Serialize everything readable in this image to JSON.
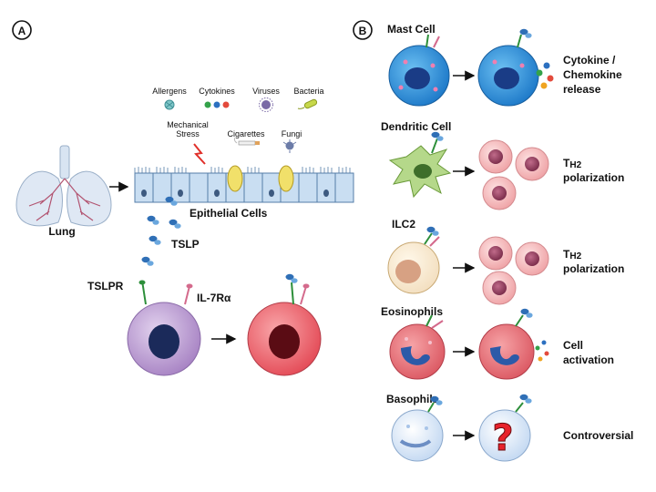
{
  "panel_a": {
    "badge": "A",
    "lung_label": "Lung",
    "triggers": {
      "allergens": "Allergens",
      "cytokines": "Cytokines",
      "viruses": "Viruses",
      "bacteria": "Bacteria",
      "mechanical_1": "Mechanical",
      "mechanical_2": "Stress",
      "cigarettes": "Cigarettes",
      "fungi": "Fungi"
    },
    "epithelial_label": "Epithelial Cells",
    "tslp_label": "TSLP",
    "tslpr_label": "TSLPR",
    "il7r_label": "IL-7Rα"
  },
  "panel_b": {
    "badge": "B",
    "rows": [
      {
        "cell": "Mast  Cell",
        "outcome_1": "Cytokine /",
        "outcome_2": "Chemokine",
        "outcome_3": "release"
      },
      {
        "cell": "Dendritic  Cell",
        "outcome_main": "T",
        "outcome_sub": "H2",
        "outcome_2": "polarization"
      },
      {
        "cell": "ILC2",
        "outcome_main": "T",
        "outcome_sub": "H2",
        "outcome_2": "polarization"
      },
      {
        "cell": "Eosinophils",
        "outcome_1": "Cell",
        "outcome_2": "activation"
      },
      {
        "cell": "Basophils",
        "outcome_1": "Controversial",
        "question": "?"
      }
    ]
  },
  "colors": {
    "mast": "#2e8fd8",
    "dendritic": "#b5d88a",
    "th2": "#f2b0b0",
    "lymph_before": "#b89ad0",
    "lymph_after": "#ee6d74",
    "basophil": "#d8e6f6",
    "question": "#e8232b"
  }
}
